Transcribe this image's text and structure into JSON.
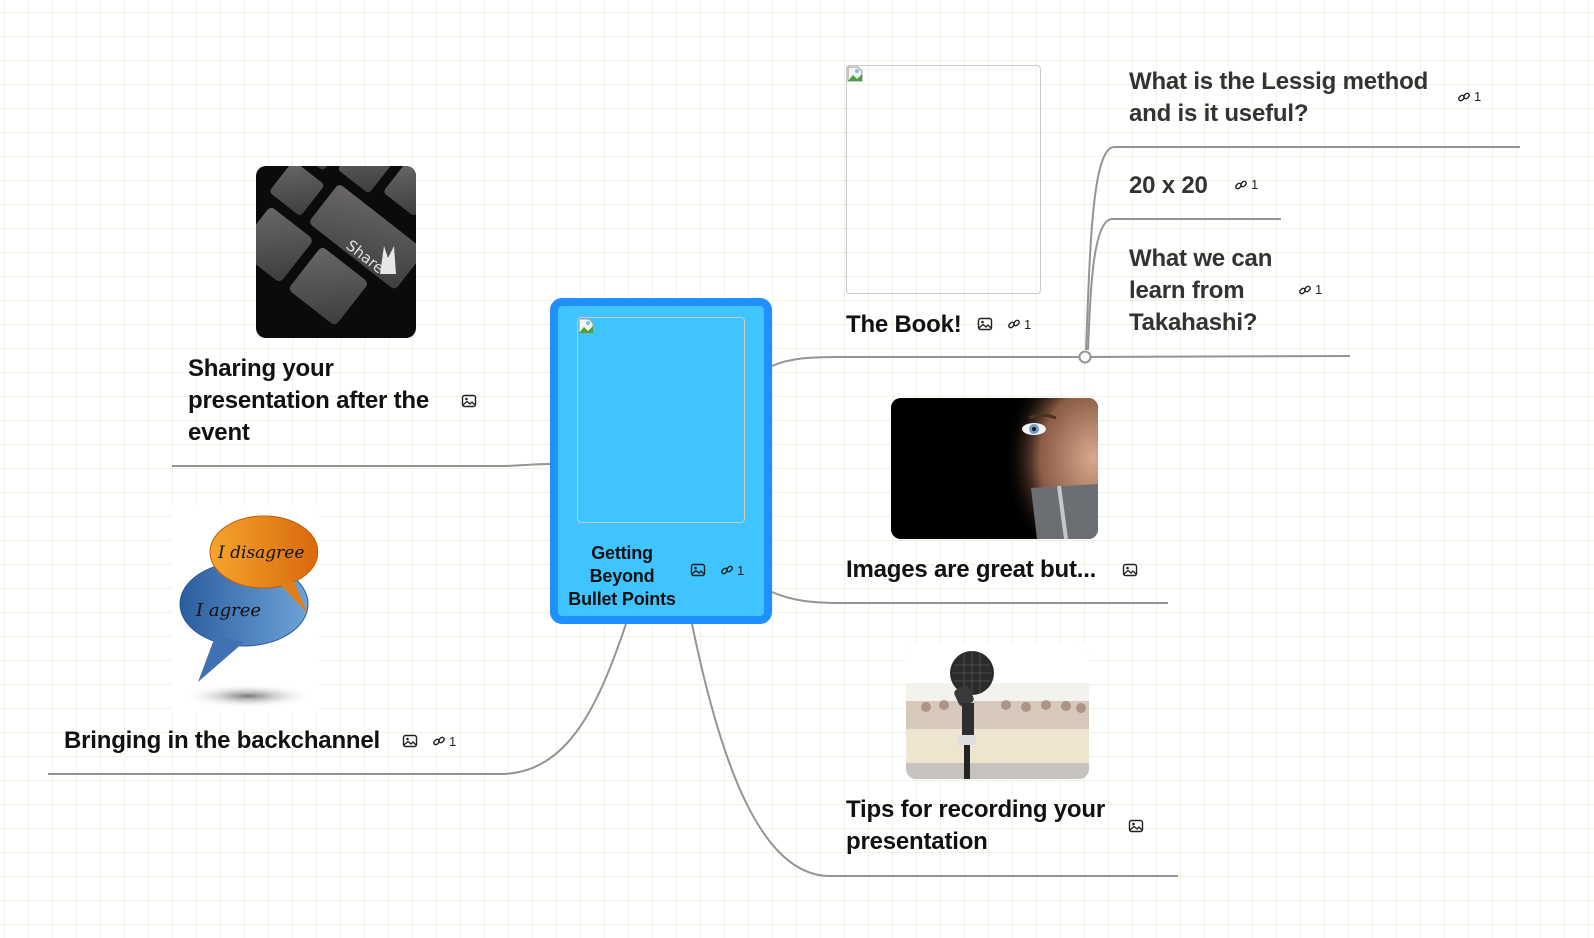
{
  "map": {
    "central": {
      "title_lines": [
        "Getting",
        "Beyond",
        "Bullet Points"
      ],
      "has_image": true,
      "image_broken": true,
      "link_count": "1",
      "fill_color": "#40c4ff",
      "border_color": "#1e90ff"
    },
    "topics": [
      {
        "id": "sharing",
        "side": "left",
        "title_lines": [
          "Sharing your",
          "presentation after the",
          "event"
        ],
        "image_subject": "keyboard-share-key",
        "image_caption": "Share",
        "has_image_icon": true,
        "link_count": null
      },
      {
        "id": "backchannel",
        "side": "left",
        "title_lines": [
          "Bringing in the backchannel"
        ],
        "image_subject": "speech-bubbles",
        "image_text_bubble_1": "I disagree",
        "image_text_bubble_2": "I agree",
        "has_image_icon": true,
        "link_count": "1"
      },
      {
        "id": "book",
        "side": "right",
        "title_lines": [
          "The Book!"
        ],
        "image_broken": true,
        "has_image_icon": true,
        "link_count": "1",
        "children": [
          {
            "id": "lessig",
            "title_lines": [
              "What is the Lessig method",
              "and is it useful?"
            ],
            "link_count": "1"
          },
          {
            "id": "twenty",
            "title_lines": [
              "20 x 20"
            ],
            "link_count": "1"
          },
          {
            "id": "takahashi",
            "title_lines": [
              "What we can",
              "learn from",
              "Takahashi?"
            ],
            "link_count": "1"
          }
        ]
      },
      {
        "id": "images",
        "side": "right",
        "title_lines": [
          "Images are great but..."
        ],
        "image_subject": "man-with-taped-mouth",
        "has_image_icon": true,
        "link_count": null
      },
      {
        "id": "recording",
        "side": "right",
        "title_lines": [
          "Tips for recording your",
          "presentation"
        ],
        "image_subject": "microphone-conference-room",
        "has_image_icon": true,
        "link_count": null
      }
    ],
    "colors": {
      "connector": "#949494",
      "grid": "#eef3e4",
      "text": "#111111",
      "subtopic_text": "#333333"
    }
  }
}
